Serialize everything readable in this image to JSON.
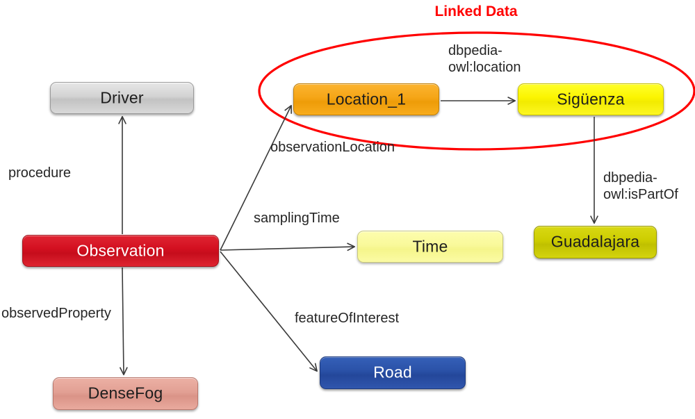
{
  "diagram": {
    "title": "SSN Observation linked-data diagram",
    "group": {
      "label": "Linked Data",
      "color": "#ff0000",
      "shape": "ellipse"
    },
    "nodes": [
      {
        "id": "driver",
        "label": "Driver",
        "fill": "#d3d3d3",
        "text_color": "#1d1d1d"
      },
      {
        "id": "observation",
        "label": "Observation",
        "fill": "#d31020",
        "text_color": "#ffffff"
      },
      {
        "id": "densefog",
        "label": "DenseFog",
        "fill": "#e2a094",
        "text_color": "#1d1d1d"
      },
      {
        "id": "location_1",
        "label": "Location_1",
        "fill": "#f5a516",
        "text_color": "#1d1d1d"
      },
      {
        "id": "siguenza",
        "label": "Sigüenza",
        "fill": "#fbf400",
        "text_color": "#1d1d1d"
      },
      {
        "id": "guadalajara",
        "label": "Guadalajara",
        "fill": "#cccc00",
        "text_color": "#1d1d1d"
      },
      {
        "id": "time",
        "label": "Time",
        "fill": "#f9f99a",
        "text_color": "#1d1d1d"
      },
      {
        "id": "road",
        "label": "Road",
        "fill": "#2b52a8",
        "text_color": "#ffffff"
      }
    ],
    "edges": [
      {
        "id": "procedure",
        "label": "procedure",
        "from": "observation",
        "to": "driver"
      },
      {
        "id": "observedProperty",
        "label": "observedProperty",
        "from": "observation",
        "to": "densefog"
      },
      {
        "id": "observationLocation",
        "label": "observationLocation",
        "from": "observation",
        "to": "location_1"
      },
      {
        "id": "samplingTime",
        "label": "samplingTime",
        "from": "observation",
        "to": "time"
      },
      {
        "id": "featureOfInterest",
        "label": "featureOfInterest",
        "from": "observation",
        "to": "road"
      },
      {
        "id": "dbpediaLocation",
        "label": "dbpedia-\nowl:location",
        "from": "location_1",
        "to": "siguenza"
      },
      {
        "id": "dbpediaIsPartOf",
        "label": "dbpedia-\nowl:isPartOf",
        "from": "siguenza",
        "to": "guadalajara"
      }
    ]
  }
}
